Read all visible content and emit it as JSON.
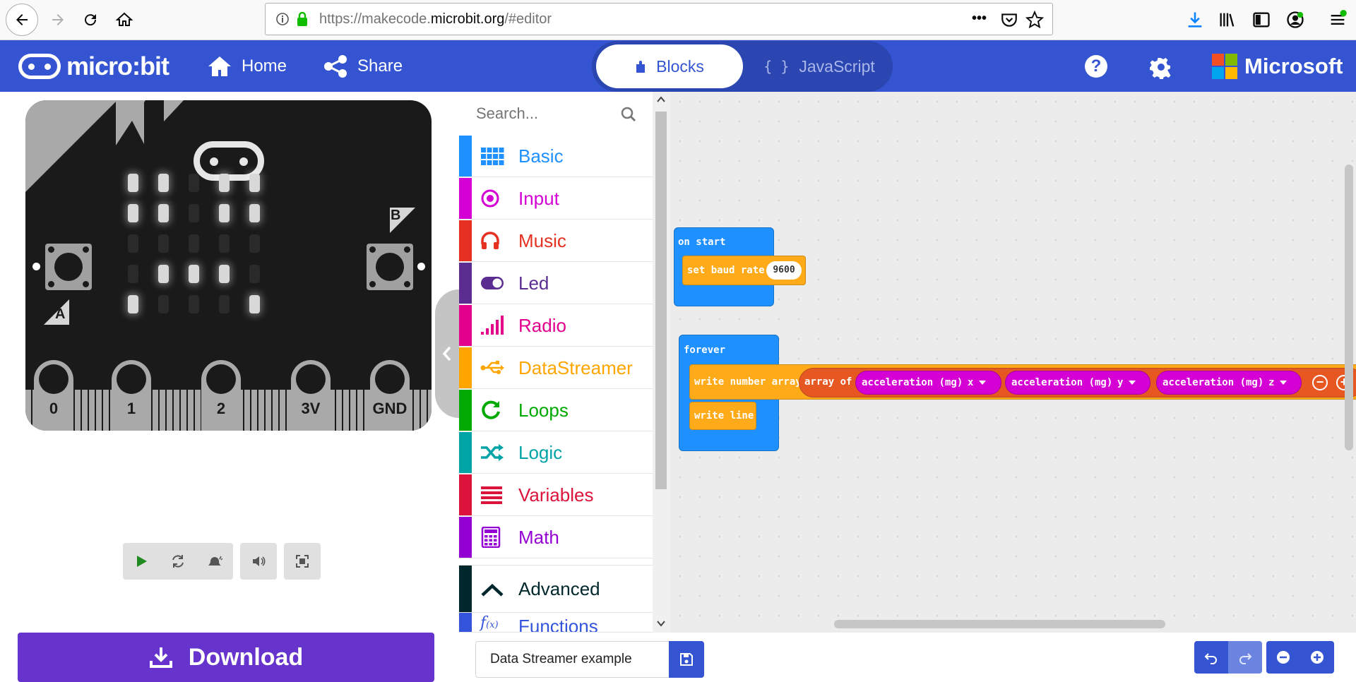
{
  "browser": {
    "url_prefix": "https://makecode.",
    "url_domain": "microbit.org",
    "url_suffix": "/#editor",
    "menu_dots": "•••"
  },
  "header": {
    "logo_text": "micro:bit",
    "home_label": "Home",
    "share_label": "Share",
    "blocks_label": "Blocks",
    "javascript_label": "JavaScript",
    "js_braces": "{ }",
    "help_label": "?",
    "brand_label": "Microsoft",
    "brand_colors": [
      "#f25022",
      "#7fba00",
      "#00a4ef",
      "#ffb900"
    ]
  },
  "simulator": {
    "button_a_label": "A",
    "button_b_label": "B",
    "pins": [
      "0",
      "1",
      "2",
      "3V",
      "GND"
    ],
    "led_matrix": [
      [
        1,
        1,
        0,
        1,
        1
      ],
      [
        1,
        1,
        0,
        1,
        1
      ],
      [
        0,
        0,
        0,
        0,
        0
      ],
      [
        0,
        1,
        1,
        1,
        0
      ],
      [
        1,
        0,
        0,
        0,
        1
      ]
    ]
  },
  "toolbox": {
    "search_placeholder": "Search...",
    "categories": [
      {
        "label": "Basic",
        "color": "#1e90ff",
        "icon": "grid-icon"
      },
      {
        "label": "Input",
        "color": "#d400d4",
        "icon": "target-icon"
      },
      {
        "label": "Music",
        "color": "#e63022",
        "icon": "headphones-icon"
      },
      {
        "label": "Led",
        "color": "#5c2d91",
        "icon": "toggle-icon"
      },
      {
        "label": "Radio",
        "color": "#e3008c",
        "icon": "signal-bars-icon"
      },
      {
        "label": "DataStreamer",
        "color": "#ffa500",
        "icon": "usb-icon"
      },
      {
        "label": "Loops",
        "color": "#00aa00",
        "icon": "refresh-icon"
      },
      {
        "label": "Logic",
        "color": "#00a4a6",
        "icon": "shuffle-icon"
      },
      {
        "label": "Variables",
        "color": "#dc143c",
        "icon": "list-lines-icon"
      },
      {
        "label": "Math",
        "color": "#9400d3",
        "icon": "calculator-icon"
      }
    ],
    "advanced": {
      "label": "Advanced",
      "color": "#00272b"
    },
    "functions": {
      "label": "Functions",
      "color": "#3455db"
    }
  },
  "workspace": {
    "on_start": {
      "label": "on start",
      "set_baud": "set baud rate",
      "baud_value": "9600"
    },
    "forever": {
      "label": "forever",
      "write_array": "write number array",
      "array_of": "array of",
      "accel_label": "acceleration (mg)",
      "axes": [
        "x",
        "y",
        "z"
      ],
      "write_line": "write line",
      "minus_glyph": "−",
      "plus_glyph": "+"
    }
  },
  "footer": {
    "download_label": "Download",
    "project_name": "Data Streamer example"
  }
}
